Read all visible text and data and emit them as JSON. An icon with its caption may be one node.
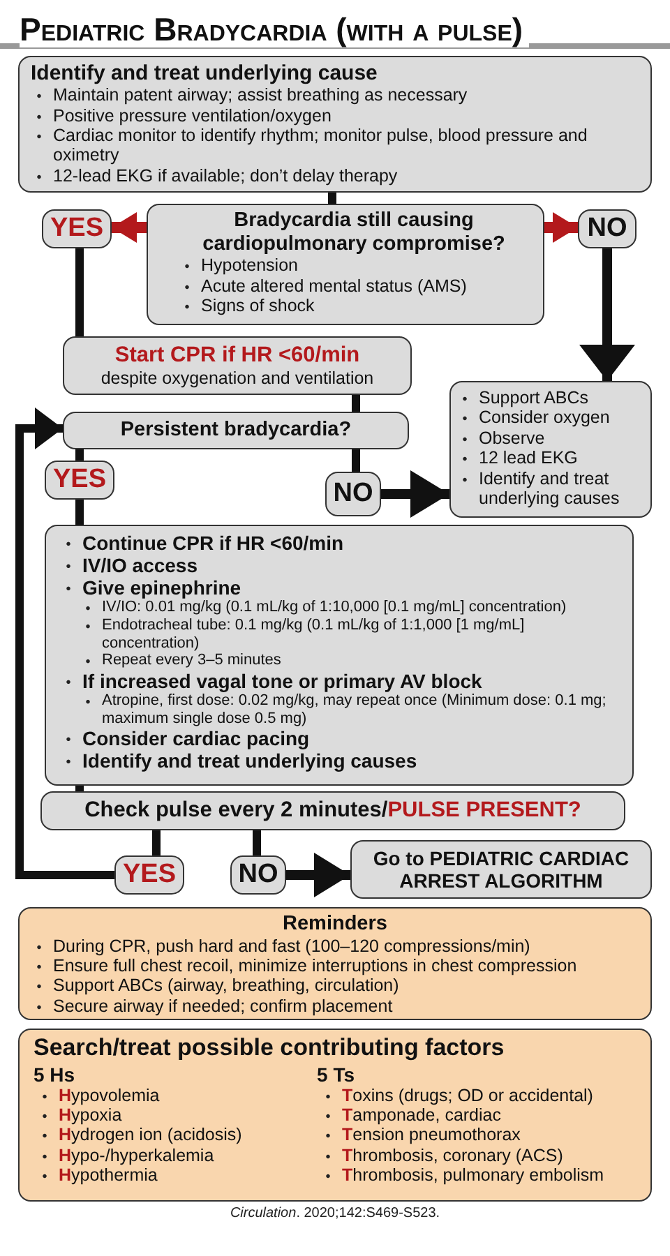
{
  "diagram": {
    "title": "Pediatric Bradycardia (with a pulse)",
    "caption": "*Circulation*. 2020;142:S469-S523.",
    "nodes": [
      {
        "text": [
          "Identify and treat underlying cause",
          "Maintain patent airway; assist breathing as necessary",
          "Positive pressure ventilation/oxygen",
          "Cardiac monitor to identify rhythm; monitor pulse, blood pressure and oximetry",
          "12-lead EKG if available; don’t delay therapy"
        ]
      },
      {
        "text": [
          "Bradycardia still causing cardiopulmonary compromise?",
          "Hypotension",
          "Acute altered mental status (AMS)",
          "Signs of shock"
        ]
      },
      {
        "text": [
          "YES"
        ]
      },
      {
        "text": [
          "NO"
        ]
      },
      {
        "text": [
          "Start CPR if HR <60/min",
          "despite oxygenation and ventilation"
        ]
      },
      {
        "text": [
          "Persistent bradycardia?"
        ]
      },
      {
        "text": [
          "Support ABCs",
          "Consider oxygen",
          "Observe",
          "12 lead EKG",
          "Identify and treat underlying causes"
        ]
      },
      {
        "text": [
          "YES"
        ]
      },
      {
        "text": [
          "NO"
        ]
      },
      {
        "text": [
          "Continue CPR if HR <60/min",
          "IV/IO access",
          "Give epinephrine",
          "IV/IO: 0.01 mg/kg (0.1 mL/kg of 1:10,000 [0.1 mg/mL] concentration)",
          "Endotracheal tube: 0.1 mg/kg (0.1 mL/kg of 1:1,000 [1 mg/mL] concentration)",
          "Repeat every 3–5 minutes",
          "If increased vagal tone or primary AV block",
          "Atropine, first dose: 0.02 mg/kg, may repeat once (Minimum dose: 0.1 mg; maximum single dose 0.5 mg)",
          "Consider cardiac pacing",
          "Identify and treat underlying causes"
        ]
      },
      {
        "text": [
          "Check pulse every 2 minutes/",
          "PULSE PRESENT?"
        ]
      },
      {
        "text": [
          "YES"
        ]
      },
      {
        "text": [
          "NO"
        ]
      },
      {
        "text": [
          "Go to PEDIATRIC CARDIAC ARREST ALGORITHM"
        ]
      },
      {
        "text": [
          "Reminders",
          "During CPR, push hard and fast (100–120 compressions/min)",
          "Ensure full chest recoil, minimize interruptions in chest compression",
          "Support ABCs (airway, breathing, circulation)",
          "Secure airway if needed; confirm placement"
        ]
      },
      {
        "text": [
          "Search/treat possible contributing factors",
          "5 Hs",
          "**H**ypovolemia",
          "**H**ypoxia",
          "**H**ydrogen ion (acidosis)",
          "**H**ypo-/hyperkalemia",
          "**H**ypothermia",
          "5 Ts",
          "**T**oxins (drugs; OD or accidental)",
          "**T**amponade, cardiac",
          "**T**ension pneumothorax",
          "**T**hrombosis, coronary (ACS)",
          "**T**hrombosis, pulmonary embolism"
        ]
      }
    ],
    "edges": [
      {
        "from": 0,
        "to": 1,
        "arrow": "none"
      },
      {
        "from": 1,
        "to": 2,
        "arrow": "to",
        "color": "#b3191c"
      },
      {
        "from": 1,
        "to": 3,
        "arrow": "to",
        "color": "#b3191c"
      },
      {
        "from": 2,
        "to": 4,
        "arrow": "none"
      },
      {
        "from": 3,
        "to": 6,
        "arrow": "to"
      },
      {
        "from": 4,
        "to": 5,
        "arrow": "none"
      },
      {
        "from": 5,
        "to": 7,
        "arrow": "none"
      },
      {
        "from": 5,
        "to": 8,
        "arrow": "none"
      },
      {
        "from": 8,
        "to": 6,
        "arrow": "to"
      },
      {
        "from": 7,
        "to": 9,
        "arrow": "none"
      },
      {
        "from": 9,
        "to": 10,
        "arrow": "none"
      },
      {
        "from": 10,
        "to": 11,
        "arrow": "none"
      },
      {
        "from": 10,
        "to": 12,
        "arrow": "none"
      },
      {
        "from": 12,
        "to": 13,
        "arrow": "to"
      },
      {
        "from": 11,
        "to": 5,
        "arrow": "to"
      }
    ]
  }
}
